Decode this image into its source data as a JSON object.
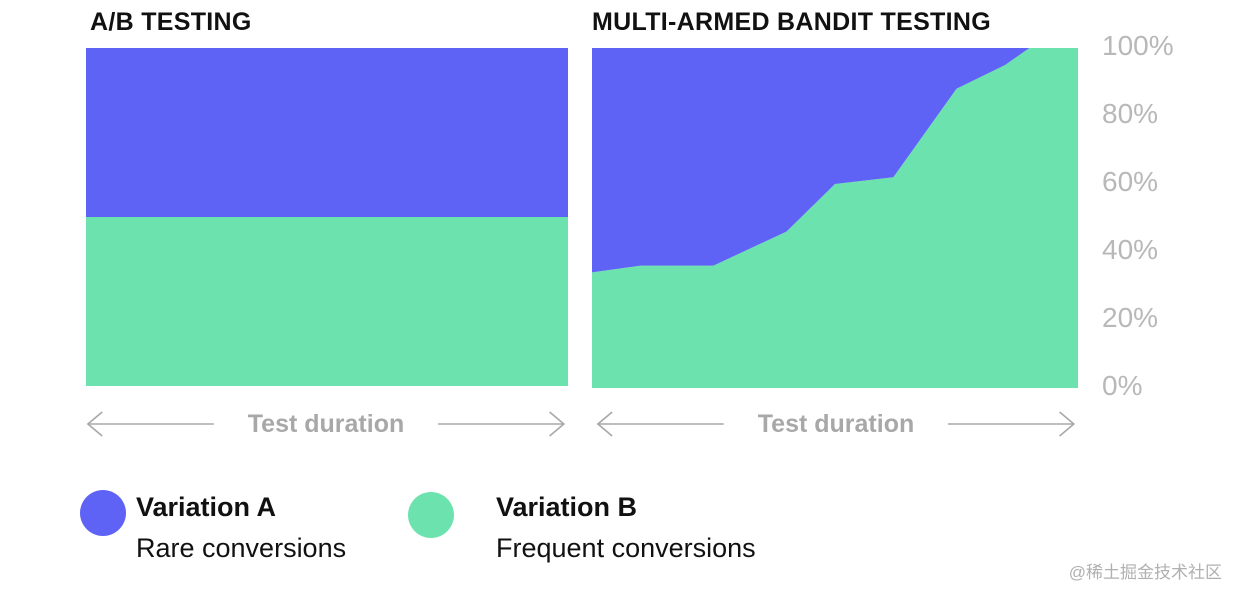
{
  "chart_data": [
    {
      "type": "area",
      "title": "A/B TESTING",
      "xlabel": "Test duration",
      "x": [
        0,
        1
      ],
      "series": [
        {
          "name": "Variation B",
          "color": "#6ce2ae",
          "values": [
            50,
            50
          ]
        },
        {
          "name": "Variation A",
          "color": "#5f63f5",
          "values": [
            50,
            50
          ]
        }
      ],
      "ylim": [
        0,
        100
      ],
      "stacked": "100%",
      "grid": false
    },
    {
      "type": "area",
      "title": "MULTI-ARMED BANDIT TESTING",
      "xlabel": "Test duration",
      "x": [
        0,
        0.1,
        0.25,
        0.4,
        0.5,
        0.62,
        0.75,
        0.85,
        0.9,
        1
      ],
      "series": [
        {
          "name": "Variation B",
          "color": "#6ce2ae",
          "values": [
            34,
            36,
            36,
            46,
            60,
            62,
            88,
            95,
            100,
            100
          ]
        },
        {
          "name": "Variation A",
          "color": "#5f63f5",
          "values": [
            66,
            64,
            64,
            54,
            40,
            38,
            12,
            5,
            0,
            0
          ]
        }
      ],
      "ylim": [
        0,
        100
      ],
      "yticks": [
        "0%",
        "20%",
        "40%",
        "60%",
        "80%",
        "100%"
      ],
      "y_axis_position": "right",
      "stacked": "100%",
      "grid": false
    }
  ],
  "legend": [
    {
      "name": "Variation A",
      "description": "Rare conversions",
      "color": "#5f63f5"
    },
    {
      "name": "Variation B",
      "description": "Frequent conversions",
      "color": "#6ce2ae"
    }
  ],
  "footnote": "@稀土掘金技术社区"
}
